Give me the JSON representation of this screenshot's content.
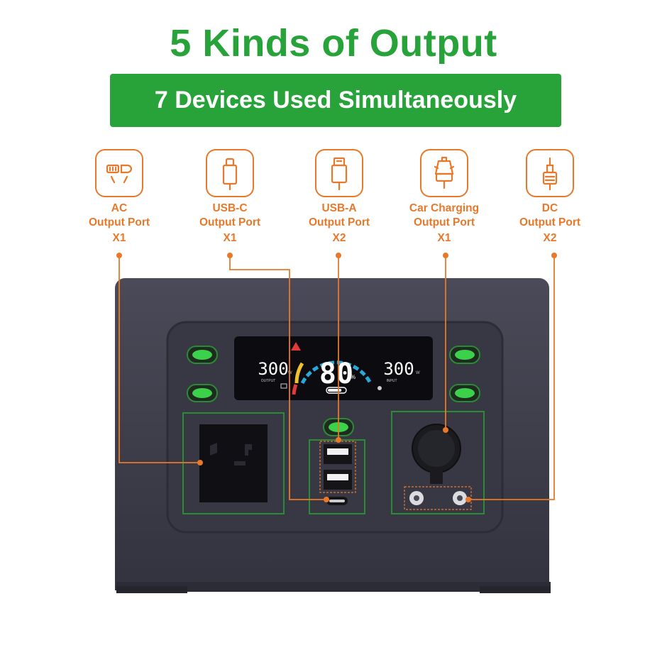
{
  "header": {
    "title": "5 Kinds of Output",
    "banner": "7 Devices Used Simultaneously"
  },
  "ports": [
    {
      "id": "ac",
      "icon": "ac-outlet-icon",
      "line1": "AC",
      "line2": "Output Port",
      "qty": "X1"
    },
    {
      "id": "usbc",
      "icon": "usb-c-plug-icon",
      "line1": "USB-C",
      "line2": "Output Port",
      "qty": "X1"
    },
    {
      "id": "usba",
      "icon": "usb-a-plug-icon",
      "line1": "USB-A",
      "line2": "Output Port",
      "qty": "X2"
    },
    {
      "id": "car",
      "icon": "car-charger-icon",
      "line1": "Car Charging",
      "line2": "Output Port",
      "qty": "X1"
    },
    {
      "id": "dc",
      "icon": "dc-plug-icon",
      "line1": "DC",
      "line2": "Output Port",
      "qty": "X2"
    }
  ],
  "display": {
    "output_value": "300",
    "output_unit": "W",
    "output_label": "OUTPUT",
    "battery_percent": "80",
    "percent_sign": "%",
    "input_value": "300",
    "input_unit": "W",
    "input_label": "INPUT",
    "battery_level": 0.8
  },
  "colors": {
    "accent_green": "#27a33a",
    "callout_orange": "#e8782a",
    "device_body": "#40404d"
  }
}
